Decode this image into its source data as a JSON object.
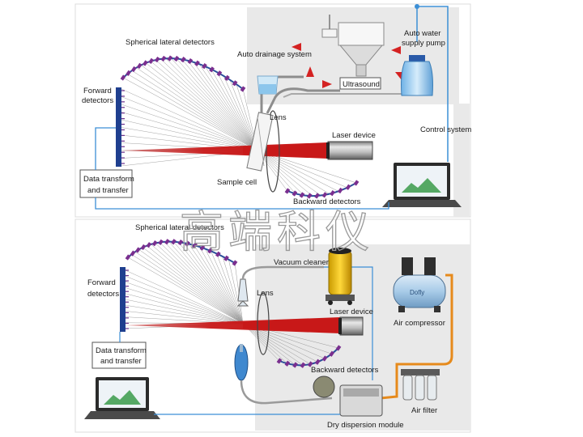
{
  "watermark": "高端科仪",
  "top_panel": {
    "labels": {
      "spherical_lateral": "Spherical lateral detectors",
      "forward_line1": "Forward",
      "forward_line2": "detectors",
      "auto_drainage": "Auto drainage system",
      "auto_water_line1": "Auto water",
      "auto_water_line2": "supply pump",
      "ultrasound": "Ultrasound",
      "lens": "Lens",
      "laser": "Laser device",
      "control": "Control system",
      "data_line1": "Data transform",
      "data_line2": "and transfer",
      "sample_cell": "Sample cell",
      "backward": "Backward detectors"
    }
  },
  "bottom_panel": {
    "labels": {
      "spherical_lateral": "Spherical lateral detectors",
      "forward_line1": "Forward",
      "forward_line2": "detectors",
      "vacuum": "Vacuum cleaner",
      "lens": "Lens",
      "laser": "Laser device",
      "air_compressor": "Air compressor",
      "data_line1": "Data transform",
      "data_line2": "and transfer",
      "backward": "Backward detectors",
      "air_filter": "Air filter",
      "dry_dispersion": "Dry dispersion module",
      "compressor_brand": "Dofly"
    }
  },
  "colors": {
    "panel_gray": "#e9e9e9",
    "pipe_blue": "#3c8fd6",
    "laser_red": "#d42222",
    "detector_blue": "#1f3f8f",
    "orange_tube": "#e68a1c"
  }
}
